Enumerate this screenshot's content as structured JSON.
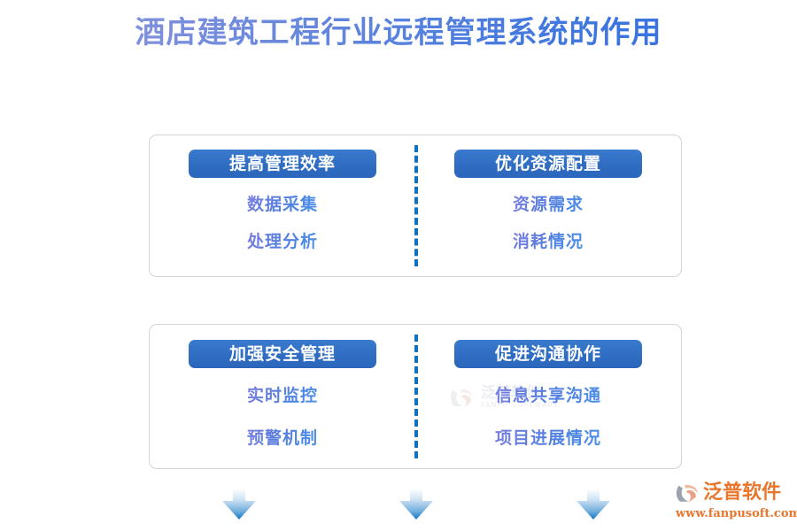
{
  "title": "酒店建筑工程行业远程管理系统的作用",
  "theme": {
    "title_gradient_start": "#8f9ee0",
    "title_gradient_end": "#2f6ddf",
    "header_pill": "#2f6dc2",
    "header_text": "#ffffff",
    "item_gradient_start": "#7b7fe0",
    "item_gradient_end": "#4f93ea",
    "divider": "#0f72c0",
    "panel_border": "#d2d4d6",
    "arrow": "#2f86d0",
    "brand": "#e8762c",
    "background": "#ffffff"
  },
  "panels": [
    {
      "columns": [
        {
          "header": "提高管理效率",
          "items": [
            "数据采集",
            "处理分析"
          ]
        },
        {
          "header": "优化资源配置",
          "items": [
            "资源需求",
            "消耗情况"
          ]
        }
      ]
    },
    {
      "columns": [
        {
          "header": "加强安全管理",
          "items": [
            "实时监控",
            "预警机制"
          ]
        },
        {
          "header": "促进沟通协作",
          "items": [
            "信息共享沟通",
            "项目进展情况"
          ]
        }
      ]
    }
  ],
  "watermark": {
    "cn": "泛普软件",
    "en": "FANPU SOFTWARE"
  },
  "brand": {
    "name": "泛普软件",
    "url": "www.fanpusoft.com"
  },
  "arrows": [
    {
      "name": "down-arrow-left"
    },
    {
      "name": "down-arrow-center"
    },
    {
      "name": "down-arrow-right"
    }
  ]
}
